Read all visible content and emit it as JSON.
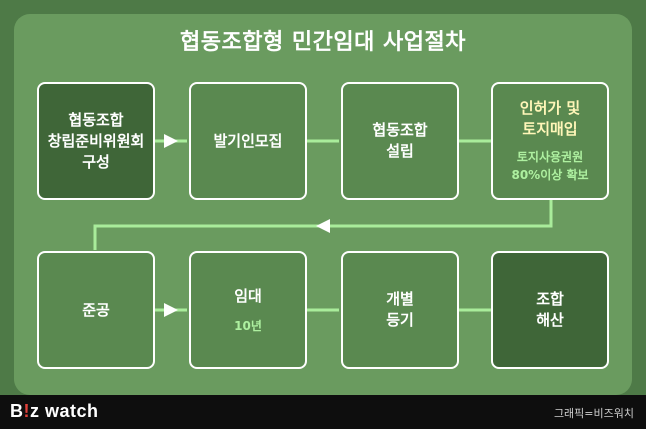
{
  "title": "협동조합형 민간임대 사업절차",
  "steps": [
    {
      "label": "협동조합\n창립준비위원회\n구성",
      "sub": ""
    },
    {
      "label": "발기인모집",
      "sub": ""
    },
    {
      "label": "협동조합\n설립",
      "sub": ""
    },
    {
      "label": "인허가 및\n토지매입",
      "sub": "토지사용권원\n80%이상 확보"
    },
    {
      "label": "준공",
      "sub": ""
    },
    {
      "label": "임대",
      "sub": "10년"
    },
    {
      "label": "개별\n등기",
      "sub": ""
    },
    {
      "label": "조합\n해산",
      "sub": ""
    }
  ],
  "footer": {
    "logo_b": "B",
    "logo_bang": "!",
    "logo_rest": "z watch",
    "credit": "그래픽=비즈워치"
  },
  "colors": {
    "background": "#4e7a47",
    "panel": "#6a9b5f",
    "connector": "#a9ec9b",
    "highlight_text": "#fff6b8",
    "sub_text": "#aef0a0"
  }
}
